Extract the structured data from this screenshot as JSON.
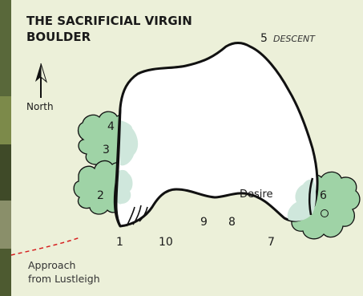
{
  "diagram": {
    "title_line1": "THE SACRIFICIAL VIRGIN",
    "title_line2": "BOULDER",
    "north_label": "North",
    "approach_line1": "Approach",
    "approach_line2": "from Lustleigh",
    "descent_number": "5",
    "descent_label": "DESCENT",
    "route_label_desire": "Desire",
    "route_numbers": [
      "1",
      "2",
      "3",
      "4",
      "6",
      "7",
      "8",
      "9",
      "10"
    ]
  },
  "colors": {
    "panel_background": "#ecf0d9",
    "boulder_fill": "#ffffff",
    "vegetation_fill": "#9fd3a6",
    "vegetation_overlap_fill": "#cfe7dc",
    "approach_path": "#d62020",
    "outline": "#111111"
  }
}
